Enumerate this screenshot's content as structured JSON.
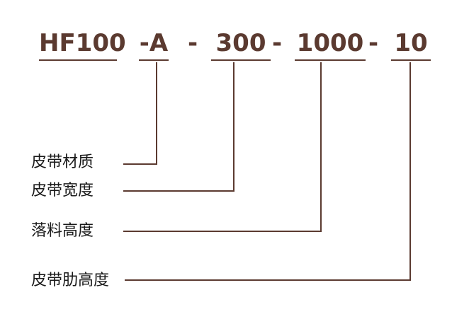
{
  "code": {
    "segments": [
      {
        "text": "HF100",
        "underlined": true
      },
      {
        "text": "-A",
        "underlined": true
      },
      {
        "text": "-",
        "underlined": false
      },
      {
        "text": "300",
        "underlined": true
      },
      {
        "text": "-",
        "underlined": false
      },
      {
        "text": "1000",
        "underlined": true
      },
      {
        "text": "-",
        "underlined": false
      },
      {
        "text": "10",
        "underlined": true
      }
    ]
  },
  "labels": [
    {
      "text": "皮带材质"
    },
    {
      "text": "皮带宽度"
    },
    {
      "text": "落料高度"
    },
    {
      "text": "皮带肋高度"
    }
  ],
  "colors": {
    "code": "#5b3a30",
    "label": "#1a1a1a",
    "leader": "#5b3a30"
  }
}
